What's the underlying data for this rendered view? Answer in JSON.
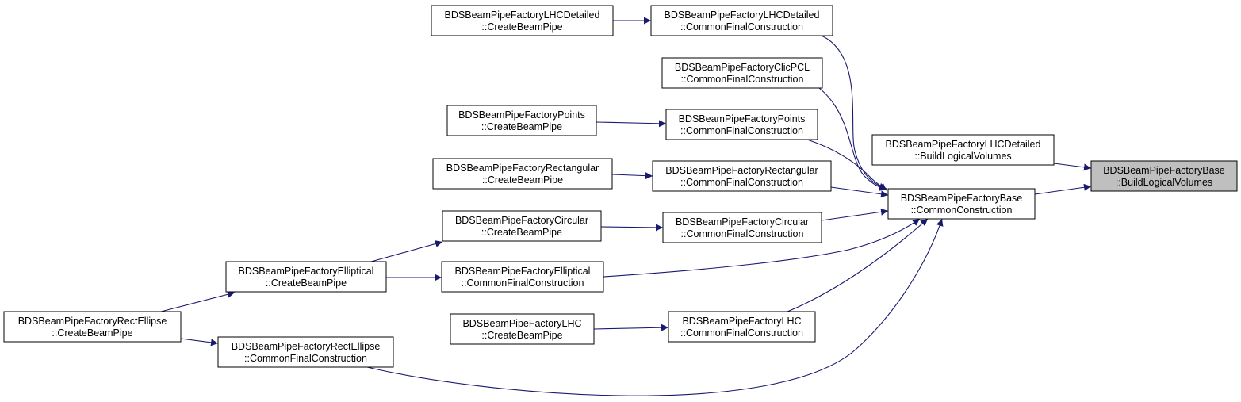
{
  "colors": {
    "edge": "#191970",
    "node_border": "#000000",
    "highlight_fill": "#bfbfbf"
  },
  "nodes": [
    {
      "id": "lhcd_create",
      "line1": "BDSBeamPipeFactoryLHCDetailed",
      "line2": "::CreateBeamPipe",
      "highlight": false
    },
    {
      "id": "lhcd_cfc",
      "line1": "BDSBeamPipeFactoryLHCDetailed",
      "line2": "::CommonFinalConstruction",
      "highlight": false
    },
    {
      "id": "clic_cfc",
      "line1": "BDSBeamPipeFactoryClicPCL",
      "line2": "::CommonFinalConstruction",
      "highlight": false
    },
    {
      "id": "pts_create",
      "line1": "BDSBeamPipeFactoryPoints",
      "line2": "::CreateBeamPipe",
      "highlight": false
    },
    {
      "id": "pts_cfc",
      "line1": "BDSBeamPipeFactoryPoints",
      "line2": "::CommonFinalConstruction",
      "highlight": false
    },
    {
      "id": "lhcd_blv",
      "line1": "BDSBeamPipeFactoryLHCDetailed",
      "line2": "::BuildLogicalVolumes",
      "highlight": false
    },
    {
      "id": "base_blv",
      "line1": "BDSBeamPipeFactoryBase",
      "line2": "::BuildLogicalVolumes",
      "highlight": true
    },
    {
      "id": "rect_create",
      "line1": "BDSBeamPipeFactoryRectangular",
      "line2": "::CreateBeamPipe",
      "highlight": false
    },
    {
      "id": "rect_cfc",
      "line1": "BDSBeamPipeFactoryRectangular",
      "line2": "::CommonFinalConstruction",
      "highlight": false
    },
    {
      "id": "base_cc",
      "line1": "BDSBeamPipeFactoryBase",
      "line2": "::CommonConstruction",
      "highlight": false
    },
    {
      "id": "circ_create",
      "line1": "BDSBeamPipeFactoryCircular",
      "line2": "::CreateBeamPipe",
      "highlight": false
    },
    {
      "id": "circ_cfc",
      "line1": "BDSBeamPipeFactoryCircular",
      "line2": "::CommonFinalConstruction",
      "highlight": false
    },
    {
      "id": "ell_create",
      "line1": "BDSBeamPipeFactoryElliptical",
      "line2": "::CreateBeamPipe",
      "highlight": false
    },
    {
      "id": "ell_cfc",
      "line1": "BDSBeamPipeFactoryElliptical",
      "line2": "::CommonFinalConstruction",
      "highlight": false
    },
    {
      "id": "re_create",
      "line1": "BDSBeamPipeFactoryRectEllipse",
      "line2": "::CreateBeamPipe",
      "highlight": false
    },
    {
      "id": "lhc_create",
      "line1": "BDSBeamPipeFactoryLHC",
      "line2": "::CreateBeamPipe",
      "highlight": false
    },
    {
      "id": "lhc_cfc",
      "line1": "BDSBeamPipeFactoryLHC",
      "line2": "::CommonFinalConstruction",
      "highlight": false
    },
    {
      "id": "re_cfc",
      "line1": "BDSBeamPipeFactoryRectEllipse",
      "line2": "::CommonFinalConstruction",
      "highlight": false
    }
  ],
  "edges": [
    {
      "from": "lhcd_create",
      "to": "lhcd_cfc"
    },
    {
      "from": "pts_create",
      "to": "pts_cfc"
    },
    {
      "from": "rect_create",
      "to": "rect_cfc"
    },
    {
      "from": "circ_create",
      "to": "circ_cfc"
    },
    {
      "from": "ell_create",
      "to": "circ_create"
    },
    {
      "from": "ell_create",
      "to": "ell_cfc"
    },
    {
      "from": "re_create",
      "to": "ell_create"
    },
    {
      "from": "re_create",
      "to": "re_cfc"
    },
    {
      "from": "lhc_create",
      "to": "lhc_cfc"
    },
    {
      "from": "lhcd_cfc",
      "to": "base_cc"
    },
    {
      "from": "clic_cfc",
      "to": "base_cc"
    },
    {
      "from": "pts_cfc",
      "to": "base_cc"
    },
    {
      "from": "rect_cfc",
      "to": "base_cc"
    },
    {
      "from": "circ_cfc",
      "to": "base_cc"
    },
    {
      "from": "ell_cfc",
      "to": "base_cc"
    },
    {
      "from": "lhc_cfc",
      "to": "base_cc"
    },
    {
      "from": "re_cfc",
      "to": "base_cc"
    },
    {
      "from": "base_cc",
      "to": "base_blv"
    },
    {
      "from": "lhcd_blv",
      "to": "base_blv"
    }
  ]
}
